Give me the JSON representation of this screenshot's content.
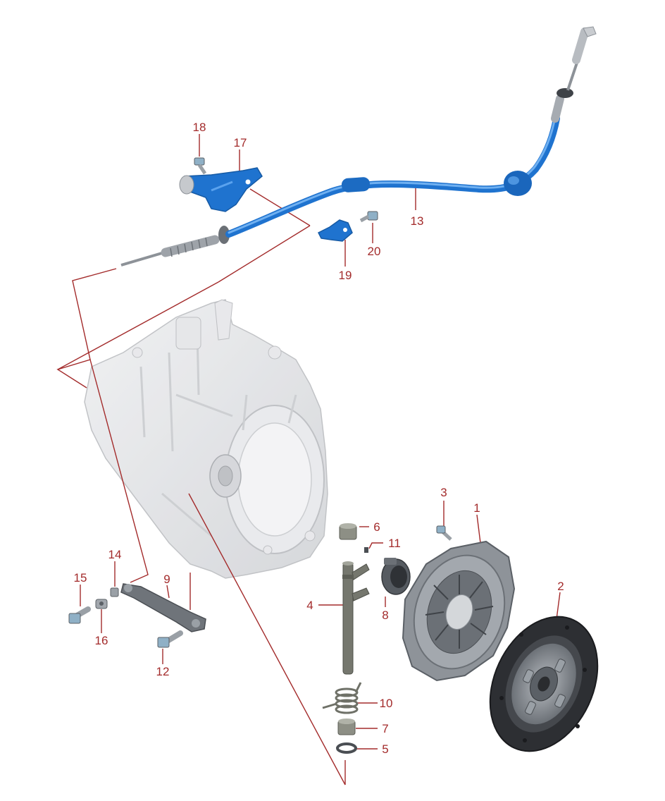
{
  "colors": {
    "background": "#ffffff",
    "callout": "#a32b2b",
    "leader": "#a32b2b",
    "cable": "#1f73cf",
    "cable_light": "#5aa2ee",
    "metal": "#9aa0a6",
    "metal_dark": "#5b6066",
    "housing": "#dcdde0",
    "friction": "#2d2f33",
    "hardware": "#8fb0c6"
  },
  "parts": [
    {
      "id": "1",
      "label": "1",
      "name": "clutch pressure plate cover"
    },
    {
      "id": "2",
      "label": "2",
      "name": "clutch disc"
    },
    {
      "id": "3",
      "label": "3",
      "name": "pressure plate bolt"
    },
    {
      "id": "4",
      "label": "4",
      "name": "release fork shaft"
    },
    {
      "id": "5",
      "label": "5",
      "name": "washer"
    },
    {
      "id": "6",
      "label": "6",
      "name": "upper bushing"
    },
    {
      "id": "7",
      "label": "7",
      "name": "lower bushing"
    },
    {
      "id": "8",
      "label": "8",
      "name": "release bearing"
    },
    {
      "id": "9",
      "label": "9",
      "name": "release lever"
    },
    {
      "id": "10",
      "label": "10",
      "name": "return spring"
    },
    {
      "id": "11",
      "label": "11",
      "name": "clip"
    },
    {
      "id": "12",
      "label": "12",
      "name": "bolt"
    },
    {
      "id": "13",
      "label": "13",
      "name": "clutch cable"
    },
    {
      "id": "14",
      "label": "14",
      "name": "pin"
    },
    {
      "id": "15",
      "label": "15",
      "name": "bolt"
    },
    {
      "id": "16",
      "label": "16",
      "name": "nut"
    },
    {
      "id": "17",
      "label": "17",
      "name": "cable bracket"
    },
    {
      "id": "18",
      "label": "18",
      "name": "bracket bolt"
    },
    {
      "id": "19",
      "label": "19",
      "name": "cable clip bracket"
    },
    {
      "id": "20",
      "label": "20",
      "name": "clip bolt"
    }
  ]
}
